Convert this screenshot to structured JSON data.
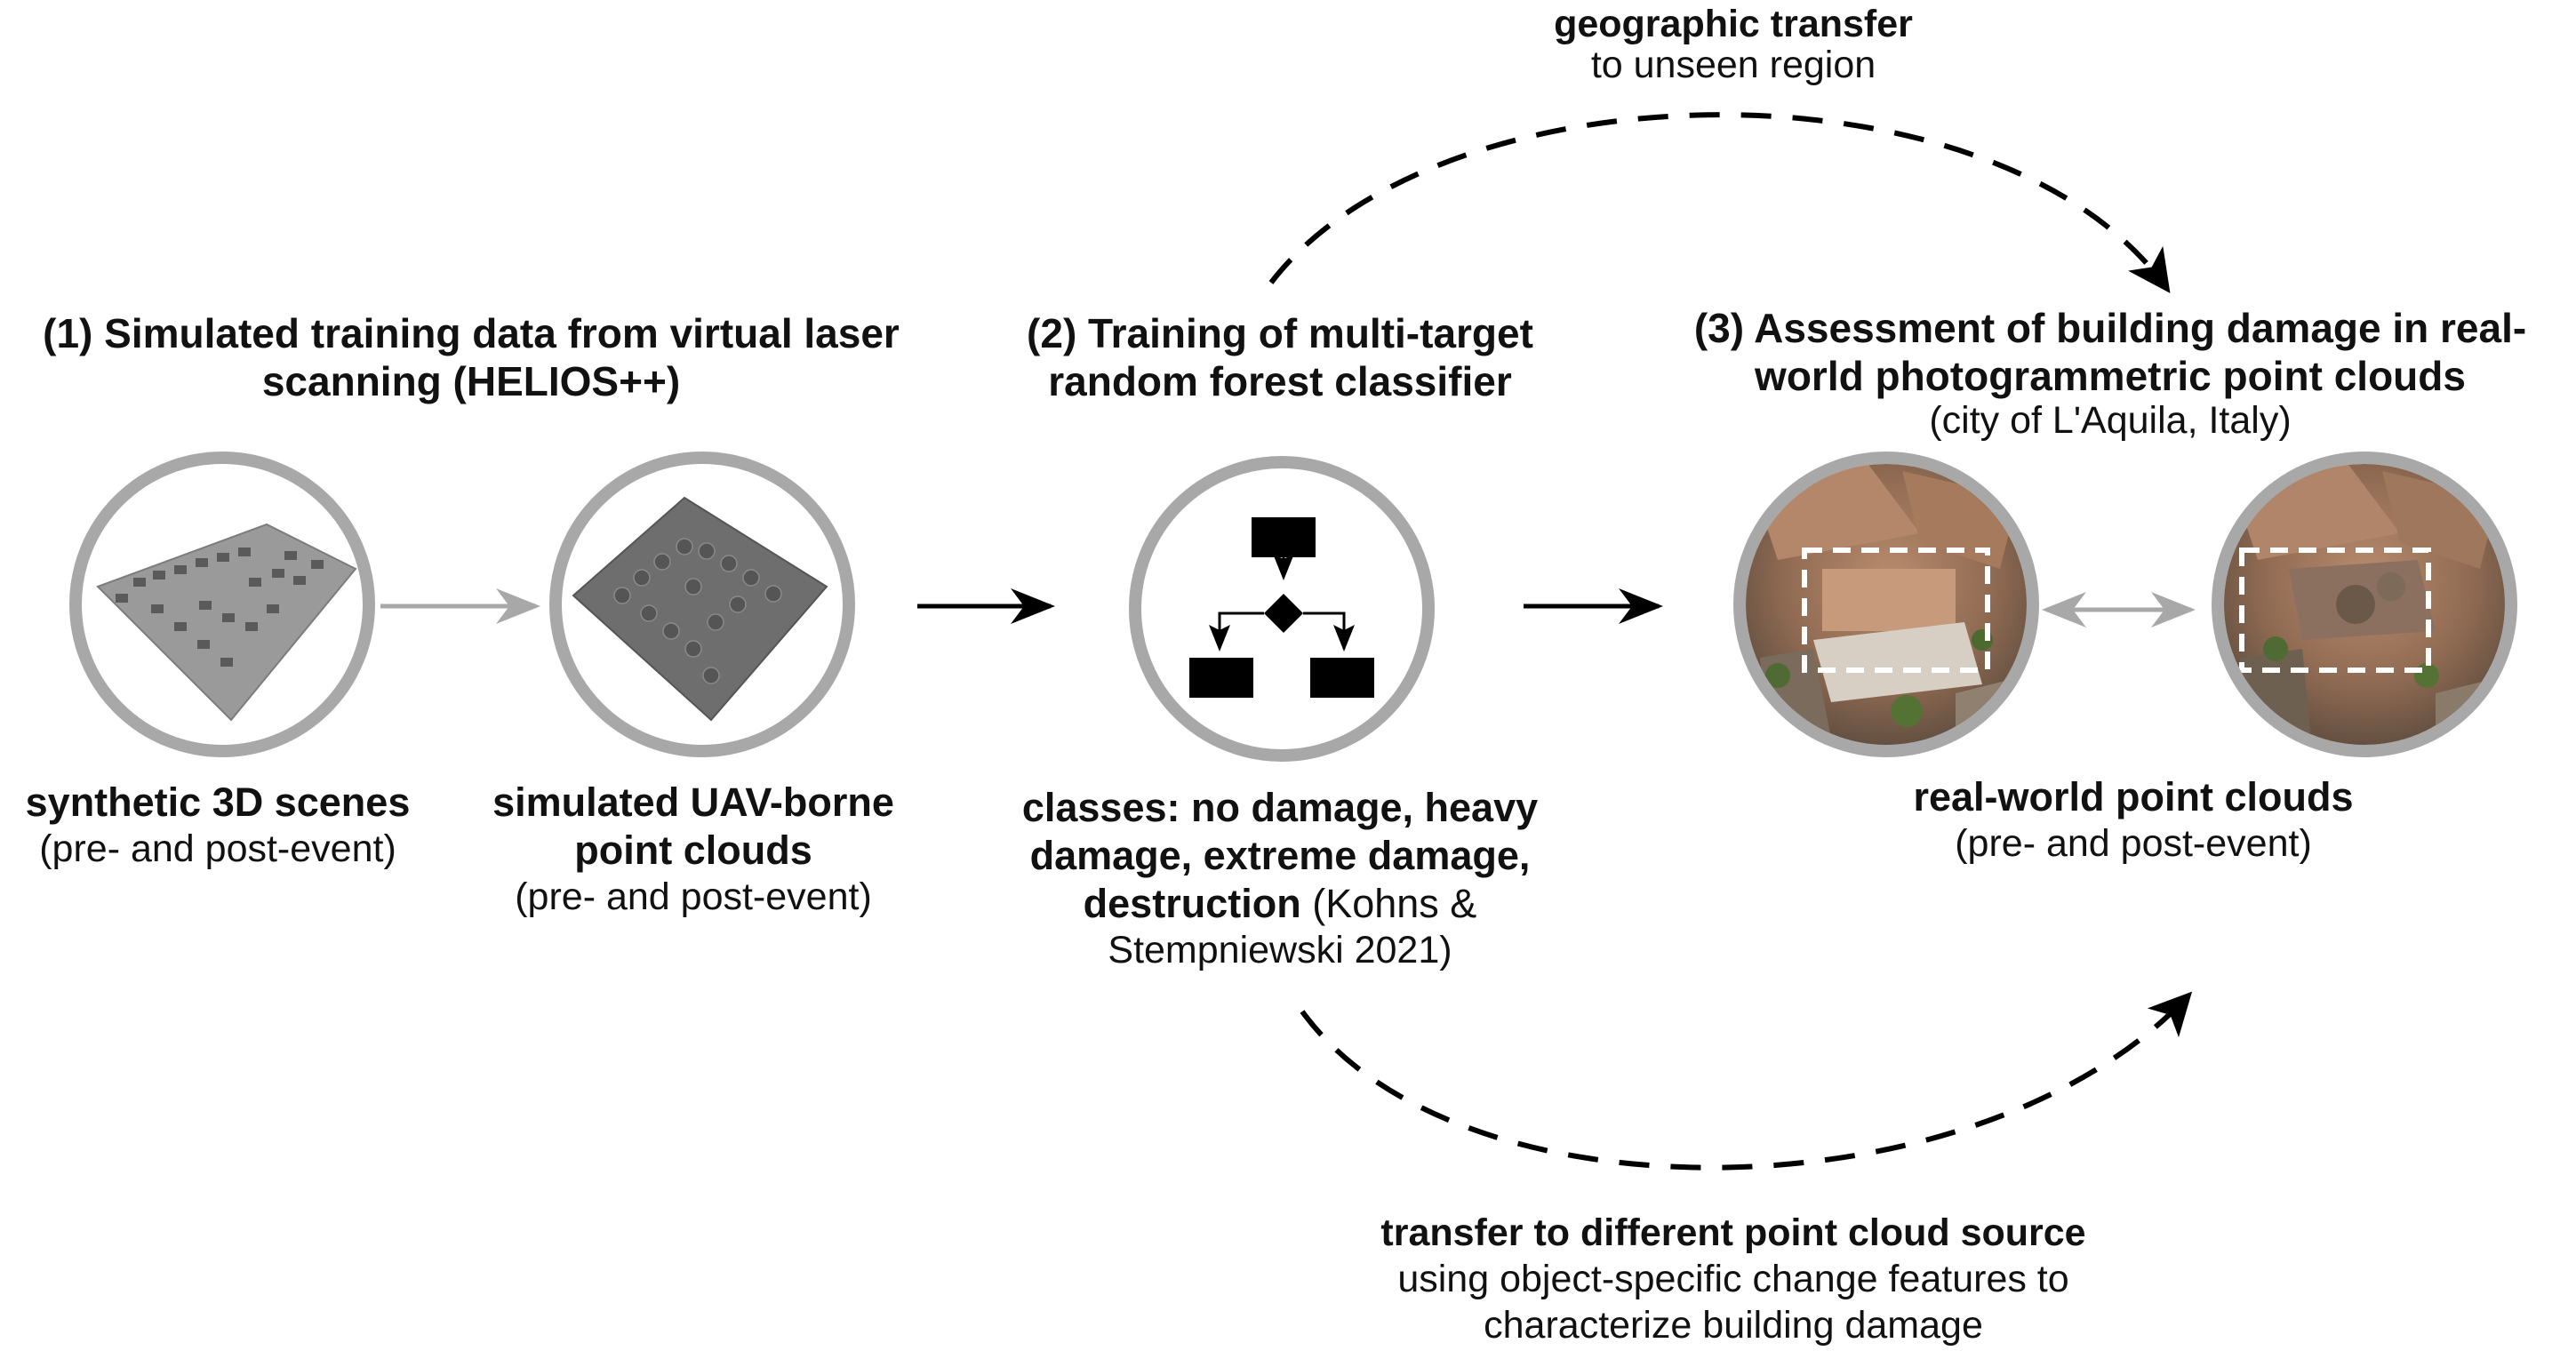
{
  "top_transfer": {
    "title": "geographic transfer",
    "subtitle": "to unseen region"
  },
  "step1": {
    "heading_line1": "(1) Simulated training data from virtual laser",
    "heading_line2": "scanning (HELIOS++)",
    "scene_label": "synthetic 3D scenes",
    "scene_sub": "(pre- and post-event)",
    "uav_label_line1": "simulated UAV-borne",
    "uav_label_line2": "point clouds",
    "uav_sub": "(pre- and post-event)"
  },
  "step2": {
    "heading_line1": "(2) Training of multi-target",
    "heading_line2": "random forest classifier",
    "classes_line1": "classes: no damage, heavy",
    "classes_line2": "damage, extreme damage,",
    "classes_line3_bold": "destruction",
    "classes_line3_rest": " (Kohns &",
    "classes_line4": "Stempniewski 2021)"
  },
  "step3": {
    "heading_line1": "(3) Assessment of building damage in real-",
    "heading_line2": "world photogrammetric point clouds",
    "heading_sub": "(city of L'Aquila, Italy)",
    "real_label": "real-world point clouds",
    "real_sub": "(pre- and post-event)"
  },
  "bottom_transfer": {
    "title": "transfer to different point cloud source",
    "line2": "using object-specific change features to",
    "line3": "characterize building damage"
  },
  "colors": {
    "circle_ring": "#a8a8a8",
    "arrow_gray": "#a8a8a8",
    "arrow_black": "#000000",
    "text": "#111111"
  }
}
